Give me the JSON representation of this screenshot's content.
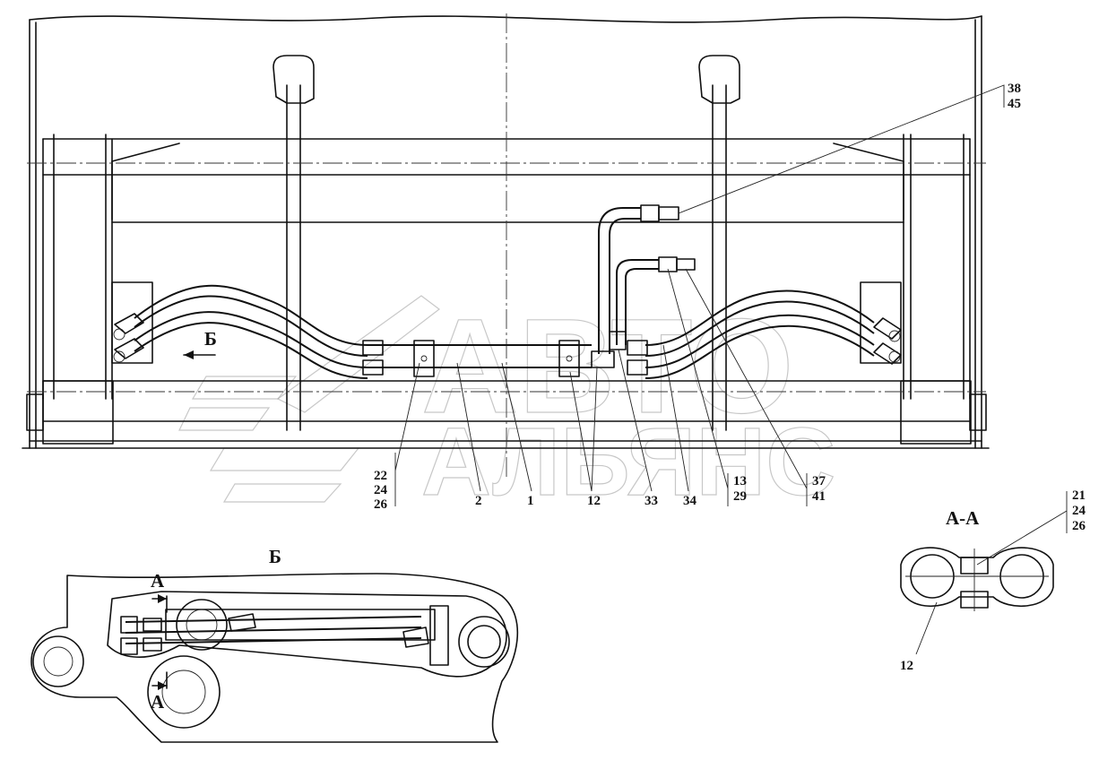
{
  "callouts": {
    "c38_45": [
      "38",
      "45"
    ],
    "c22_24_26": [
      "22",
      "24",
      "26"
    ],
    "c2": "2",
    "c1": "1",
    "c12": "12",
    "c33": "33",
    "c34": "34",
    "c13_29": [
      "13",
      "29"
    ],
    "c37_41": [
      "37",
      "41"
    ],
    "c21_24_26": [
      "21",
      "24",
      "26"
    ],
    "c12_section": "12"
  },
  "view_labels": {
    "view_b_arrow": "Б",
    "view_b_title": "Б",
    "section_aa_title": "А-А",
    "section_a_top": "А",
    "section_a_bottom": "А"
  },
  "watermark": {
    "line1": "АВТО",
    "line2": "АЛЬЯНС"
  }
}
